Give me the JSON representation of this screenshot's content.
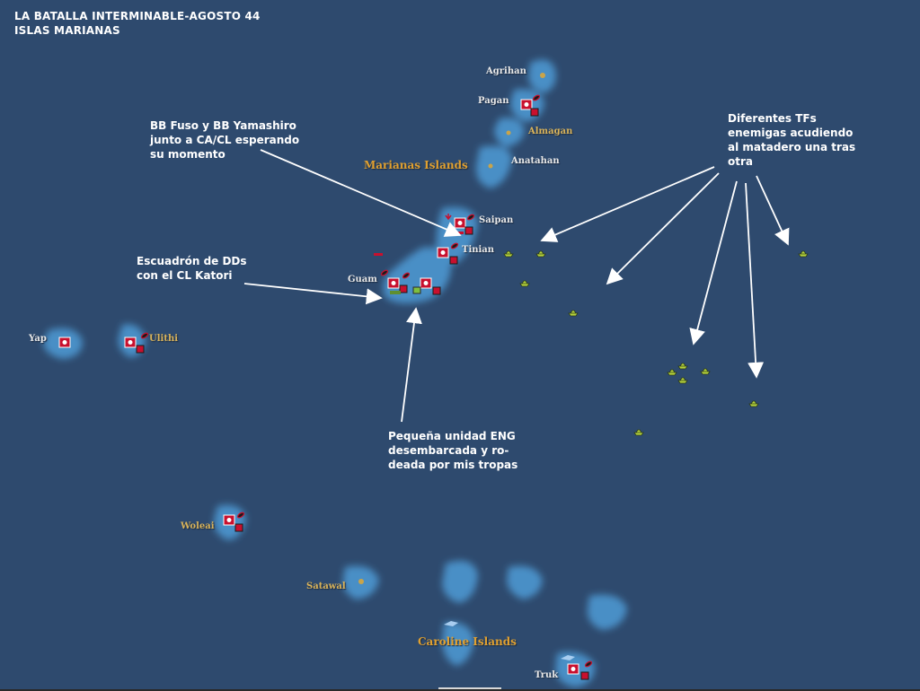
{
  "title": {
    "line1": "LA BATALLA INTERMINABLE-AGOSTO 44",
    "line2": "ISLAS MARIANAS"
  },
  "annotations": {
    "bb_fuso": "BB Fuso y BB Yamashiro\njunto a CA/CL esperando\nsu momento",
    "escuadron": "Escuadrón de DDs\ncon el CL Katori",
    "pequena": "Pequeña unidad ENG\ndesembarcada y ro-\ndeada por mis tropas",
    "diferentes": "Diferentes TFs\nenemigas acudiendo\nal matadero una tras\notra"
  },
  "places": {
    "agrihan": "Agrihan",
    "pagan": "Pagan",
    "almagan": "Almagan",
    "anatahan": "Anatahan",
    "saipan": "Saipan",
    "tinian": "Tinian",
    "guam": "Guam",
    "yap": "Yap",
    "ulithi": "Ulithi",
    "woleai": "Woleai",
    "satawal": "Satawal",
    "truk": "Truk"
  },
  "regions": {
    "marianas": "Marianas Islands",
    "caroline": "Caroline Islands"
  },
  "colors": {
    "ocean": "#2e4a6e",
    "shallow": "#4a8fc6",
    "japanese_unit": "#c8102e",
    "enemy_tf": "#b4d23c",
    "annotation_text": "#ffffff",
    "region_label": "#e0a030"
  }
}
